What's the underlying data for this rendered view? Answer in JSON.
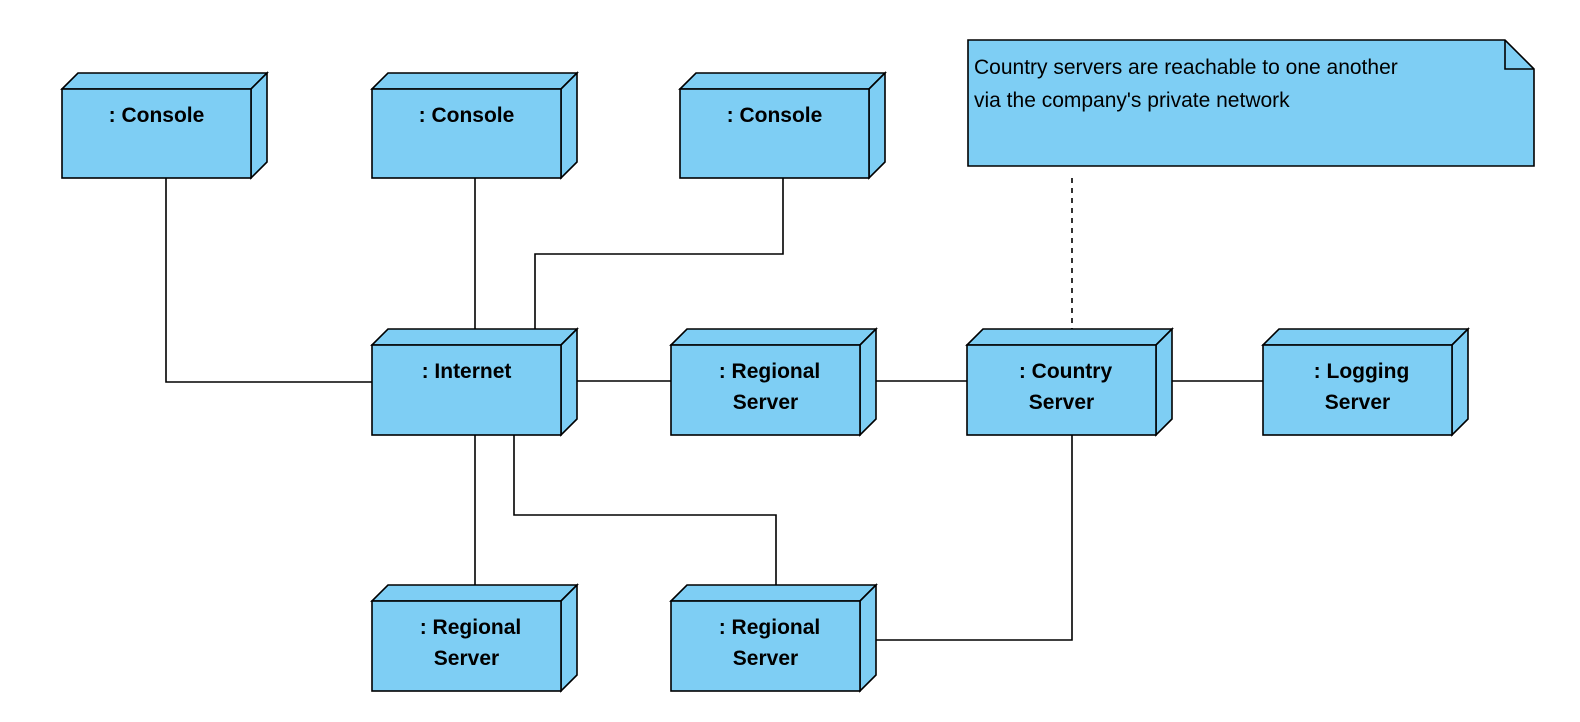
{
  "colors": {
    "node_fill": "#7ecef4",
    "node_stroke": "#000000",
    "note_fill": "#7ecef4"
  },
  "note": {
    "line1": "Country servers are reachable to one another",
    "line2": "via the company's private network"
  },
  "nodes": {
    "console_1": {
      "label": ": Console"
    },
    "console_2": {
      "label": ": Console"
    },
    "console_3": {
      "label": ": Console"
    },
    "internet": {
      "label": ":  Internet"
    },
    "regional_server_mid": {
      "line1": ":  Regional",
      "line2": "Server"
    },
    "country_server": {
      "line1": ":  Country",
      "line2": "Server"
    },
    "logging_server": {
      "line1": ":  Logging",
      "line2": "Server"
    },
    "regional_server_bottom_left": {
      "line1": ":  Regional",
      "line2": "Server"
    },
    "regional_server_bottom_right": {
      "line1": ":  Regional",
      "line2": "Server"
    }
  }
}
